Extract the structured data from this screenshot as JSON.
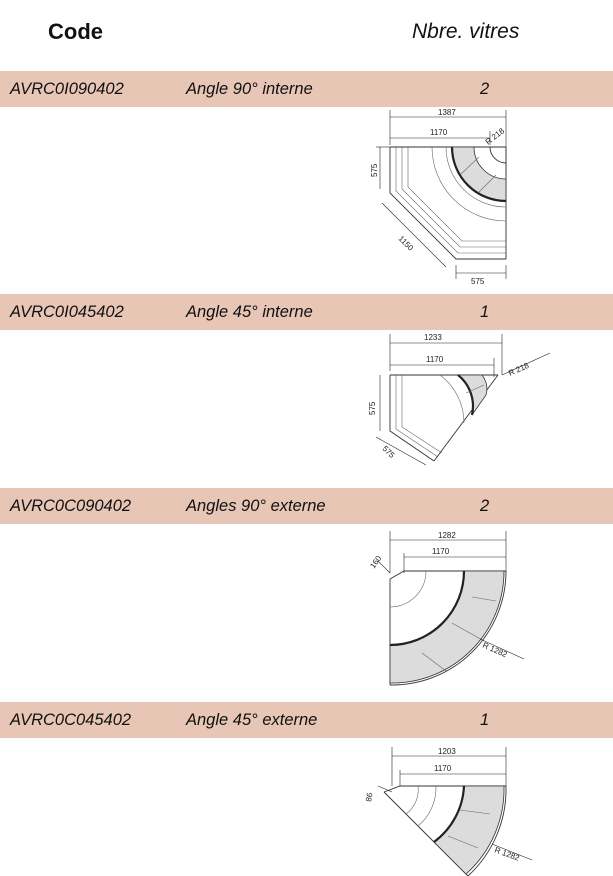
{
  "header": {
    "code_label": "Code",
    "qty_label": "Nbre. vitres"
  },
  "rows": [
    {
      "code": "AVRC0I090402",
      "desc": "Angle 90° interne",
      "qty": "2",
      "dims": {
        "a": "1387",
        "b": "1170",
        "c": "R 218",
        "d": "575",
        "e": "1150",
        "f": "575"
      }
    },
    {
      "code": "AVRC0I045402",
      "desc": "Angle 45° interne",
      "qty": "1",
      "dims": {
        "a": "1233",
        "b": "1170",
        "c": "R 218",
        "d": "575",
        "e": "575"
      }
    },
    {
      "code": "AVRC0C090402",
      "desc": "Angles 90° externe",
      "qty": "2",
      "dims": {
        "a": "1282",
        "b": "1170",
        "c": "160",
        "d": "R 1282"
      }
    },
    {
      "code": "AVRC0C045402",
      "desc": "Angle 45° externe",
      "qty": "1",
      "dims": {
        "a": "1203",
        "b": "1170",
        "c": "86",
        "d": "R 1282"
      }
    }
  ]
}
